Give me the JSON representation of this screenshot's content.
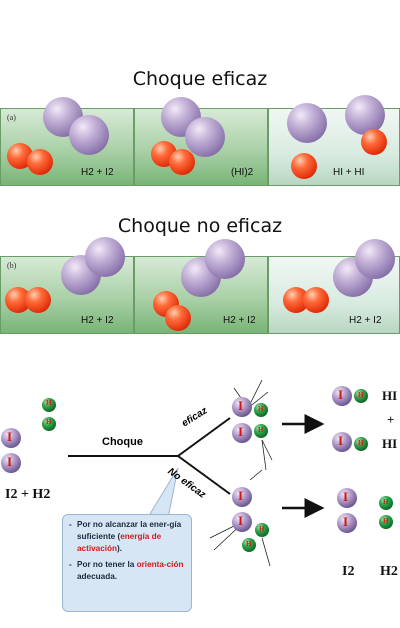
{
  "titles": {
    "effective": "Choque eficaz",
    "ineffective": "Choque no eficaz"
  },
  "panels": {
    "row_a": {
      "tag": "(a)",
      "labels": [
        "H2 + I2",
        "(HI)2",
        "HI + HI"
      ]
    },
    "row_b": {
      "tag": "(b)",
      "labels": [
        "H2 + I2",
        "H2 + I2",
        "H2 + I2"
      ]
    }
  },
  "diagram": {
    "atom_I": "I",
    "atom_H": "H",
    "reactants": "I2 + H2",
    "choque": "Choque",
    "branch_effective": "eficaz",
    "branch_ineffective": "No eficaz",
    "products_effective": [
      "HI",
      "+",
      "HI"
    ],
    "products_ineffective": [
      "I2",
      "H2"
    ]
  },
  "callout": {
    "item1_a": "Por no alcanzar la ener-gía suficiente (",
    "item1_red": "energía de activación",
    "item1_b": ").",
    "item2_a": "Por no tener la ",
    "item2_red": "orienta-ción",
    "item2_b": " adecuada."
  },
  "colors": {
    "iodine": "#8f79b0",
    "hydrogen_ball": "#e3320d",
    "h_atom": "#1f8f3c",
    "accent_red": "#d21b1b",
    "bubble": "#d7e6f4"
  }
}
